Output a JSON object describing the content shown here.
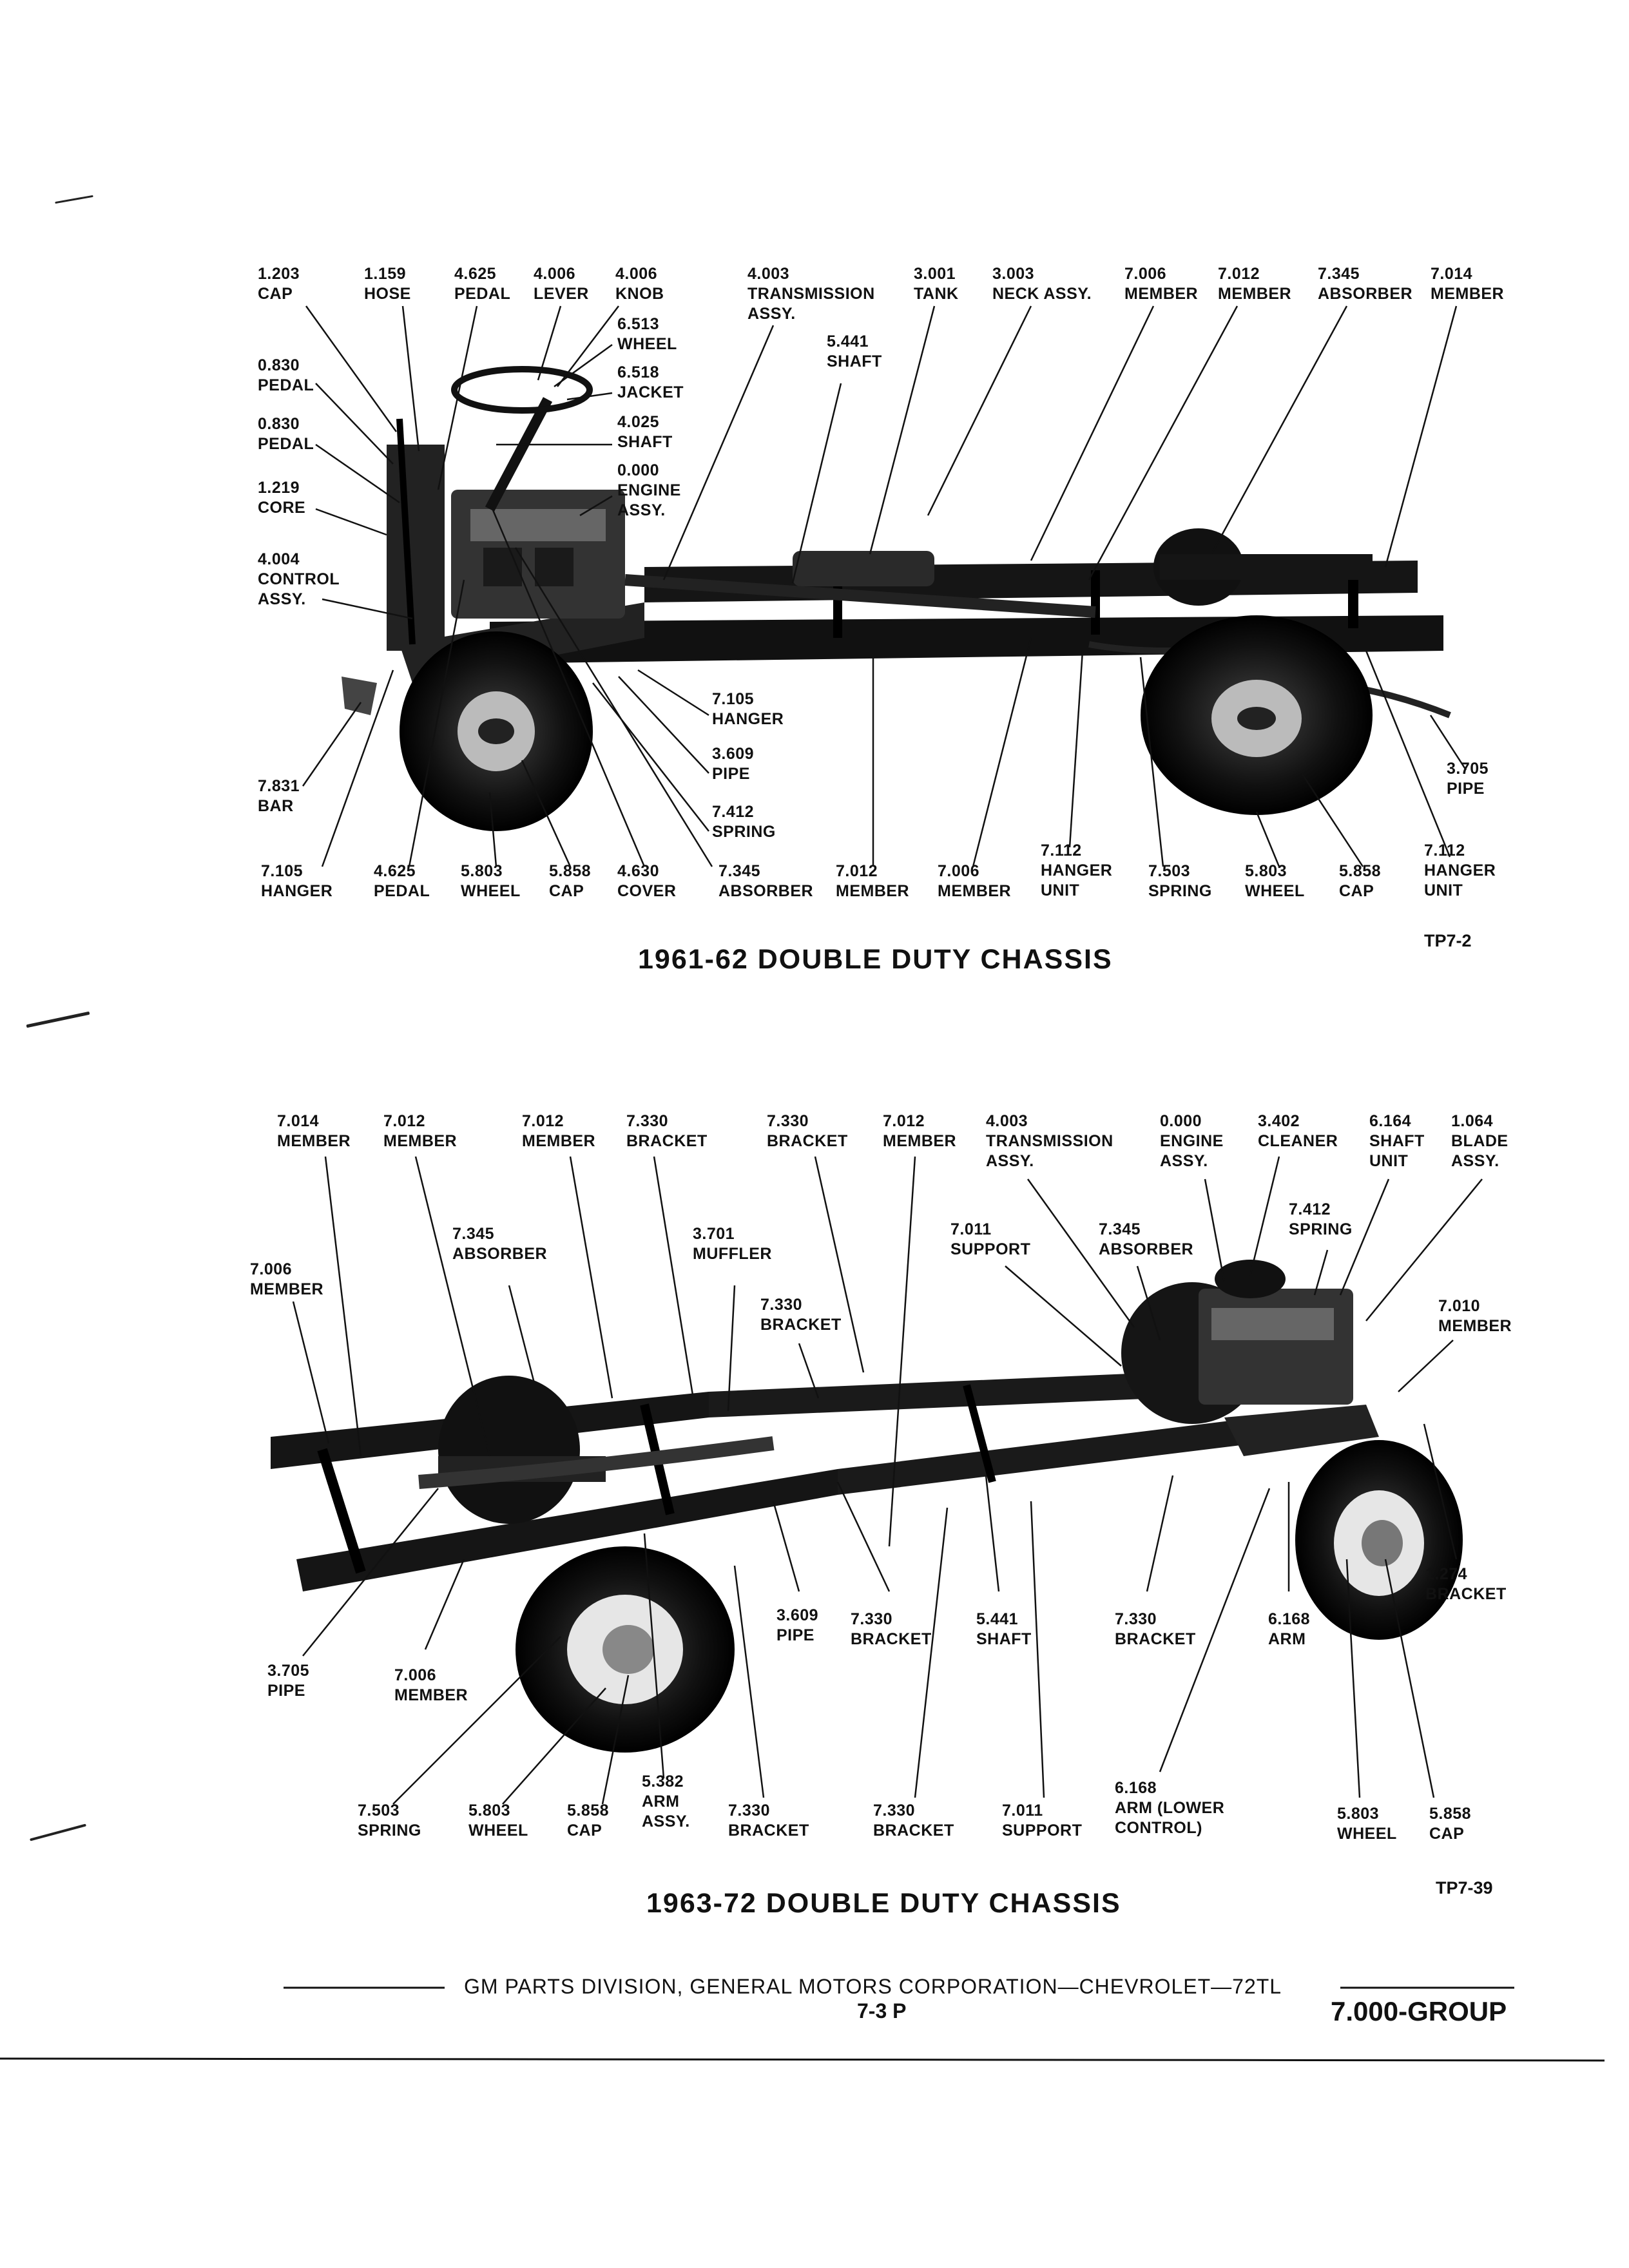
{
  "diagram_1": {
    "title": "1961-62 DOUBLE DUTY CHASSIS",
    "code": "TP7-2",
    "labels": [
      {
        "num": "1.203",
        "name": "CAP"
      },
      {
        "num": "1.159",
        "name": "HOSE"
      },
      {
        "num": "4.625",
        "name": "PEDAL"
      },
      {
        "num": "4.006",
        "name": "LEVER"
      },
      {
        "num": "4.006",
        "name": "KNOB"
      },
      {
        "num": "4.003",
        "name": "TRANSMISSION ASSY."
      },
      {
        "num": "3.001",
        "name": "TANK"
      },
      {
        "num": "3.003",
        "name": "NECK ASSY."
      },
      {
        "num": "7.006",
        "name": "MEMBER"
      },
      {
        "num": "7.012",
        "name": "MEMBER"
      },
      {
        "num": "7.345",
        "name": "ABSORBER"
      },
      {
        "num": "7.014",
        "name": "MEMBER"
      },
      {
        "num": "6.513",
        "name": "WHEEL"
      },
      {
        "num": "6.518",
        "name": "JACKET"
      },
      {
        "num": "4.025",
        "name": "SHAFT"
      },
      {
        "num": "0.000",
        "name": "ENGINE ASSY."
      },
      {
        "num": "5.441",
        "name": "SHAFT"
      },
      {
        "num": "0.830",
        "name": "PEDAL"
      },
      {
        "num": "0.830",
        "name": "PEDAL"
      },
      {
        "num": "1.219",
        "name": "CORE"
      },
      {
        "num": "4.004",
        "name": "CONTROL ASSY."
      },
      {
        "num": "7.105",
        "name": "HANGER"
      },
      {
        "num": "3.609",
        "name": "PIPE"
      },
      {
        "num": "7.412",
        "name": "SPRING"
      },
      {
        "num": "7.831",
        "name": "BAR"
      },
      {
        "num": "3.705",
        "name": "PIPE"
      },
      {
        "num": "7.112",
        "name": "HANGER UNIT"
      },
      {
        "num": "7.105",
        "name": "HANGER"
      },
      {
        "num": "4.625",
        "name": "PEDAL"
      },
      {
        "num": "5.803",
        "name": "WHEEL"
      },
      {
        "num": "5.858",
        "name": "CAP"
      },
      {
        "num": "4.630",
        "name": "COVER"
      },
      {
        "num": "7.345",
        "name": "ABSORBER"
      },
      {
        "num": "7.012",
        "name": "MEMBER"
      },
      {
        "num": "7.006",
        "name": "MEMBER"
      },
      {
        "num": "7.112",
        "name": "HANGER UNIT"
      },
      {
        "num": "7.503",
        "name": "SPRING"
      },
      {
        "num": "5.803",
        "name": "WHEEL"
      },
      {
        "num": "5.858",
        "name": "CAP"
      }
    ]
  },
  "diagram_2": {
    "title": "1963-72 DOUBLE DUTY CHASSIS",
    "code": "TP7-39",
    "labels": [
      {
        "num": "7.014",
        "name": "MEMBER"
      },
      {
        "num": "7.012",
        "name": "MEMBER"
      },
      {
        "num": "7.012",
        "name": "MEMBER"
      },
      {
        "num": "7.330",
        "name": "BRACKET"
      },
      {
        "num": "7.330",
        "name": "BRACKET"
      },
      {
        "num": "7.012",
        "name": "MEMBER"
      },
      {
        "num": "4.003",
        "name": "TRANSMISSION ASSY."
      },
      {
        "num": "0.000",
        "name": "ENGINE ASSY."
      },
      {
        "num": "3.402",
        "name": "CLEANER"
      },
      {
        "num": "6.164",
        "name": "SHAFT UNIT"
      },
      {
        "num": "1.064",
        "name": "BLADE ASSY."
      },
      {
        "num": "7.345",
        "name": "ABSORBER"
      },
      {
        "num": "3.701",
        "name": "MUFFLER"
      },
      {
        "num": "7.011",
        "name": "SUPPORT"
      },
      {
        "num": "7.345",
        "name": "ABSORBER"
      },
      {
        "num": "7.412",
        "name": "SPRING"
      },
      {
        "num": "7.006",
        "name": "MEMBER"
      },
      {
        "num": "7.330",
        "name": "BRACKET"
      },
      {
        "num": "7.010",
        "name": "MEMBER"
      },
      {
        "num": "1.274",
        "name": "BRACKET"
      },
      {
        "num": "3.705",
        "name": "PIPE"
      },
      {
        "num": "7.006",
        "name": "MEMBER"
      },
      {
        "num": "3.609",
        "name": "PIPE"
      },
      {
        "num": "7.330",
        "name": "BRACKET"
      },
      {
        "num": "5.441",
        "name": "SHAFT"
      },
      {
        "num": "7.330",
        "name": "BRACKET"
      },
      {
        "num": "6.168",
        "name": "ARM"
      },
      {
        "num": "5.382",
        "name": "ARM ASSY."
      },
      {
        "num": "6.168",
        "name": "ARM (LOWER CONTROL)"
      },
      {
        "num": "7.503",
        "name": "SPRING"
      },
      {
        "num": "5.803",
        "name": "WHEEL"
      },
      {
        "num": "5.858",
        "name": "CAP"
      },
      {
        "num": "7.330",
        "name": "BRACKET"
      },
      {
        "num": "7.330",
        "name": "BRACKET"
      },
      {
        "num": "7.011",
        "name": "SUPPORT"
      },
      {
        "num": "5.803",
        "name": "WHEEL"
      },
      {
        "num": "5.858",
        "name": "CAP"
      }
    ]
  },
  "footer": {
    "text": "GM PARTS DIVISION, GENERAL MOTORS CORPORATION—CHEVROLET—72TL",
    "page": "7-3 P",
    "group": "7.000-GROUP"
  }
}
